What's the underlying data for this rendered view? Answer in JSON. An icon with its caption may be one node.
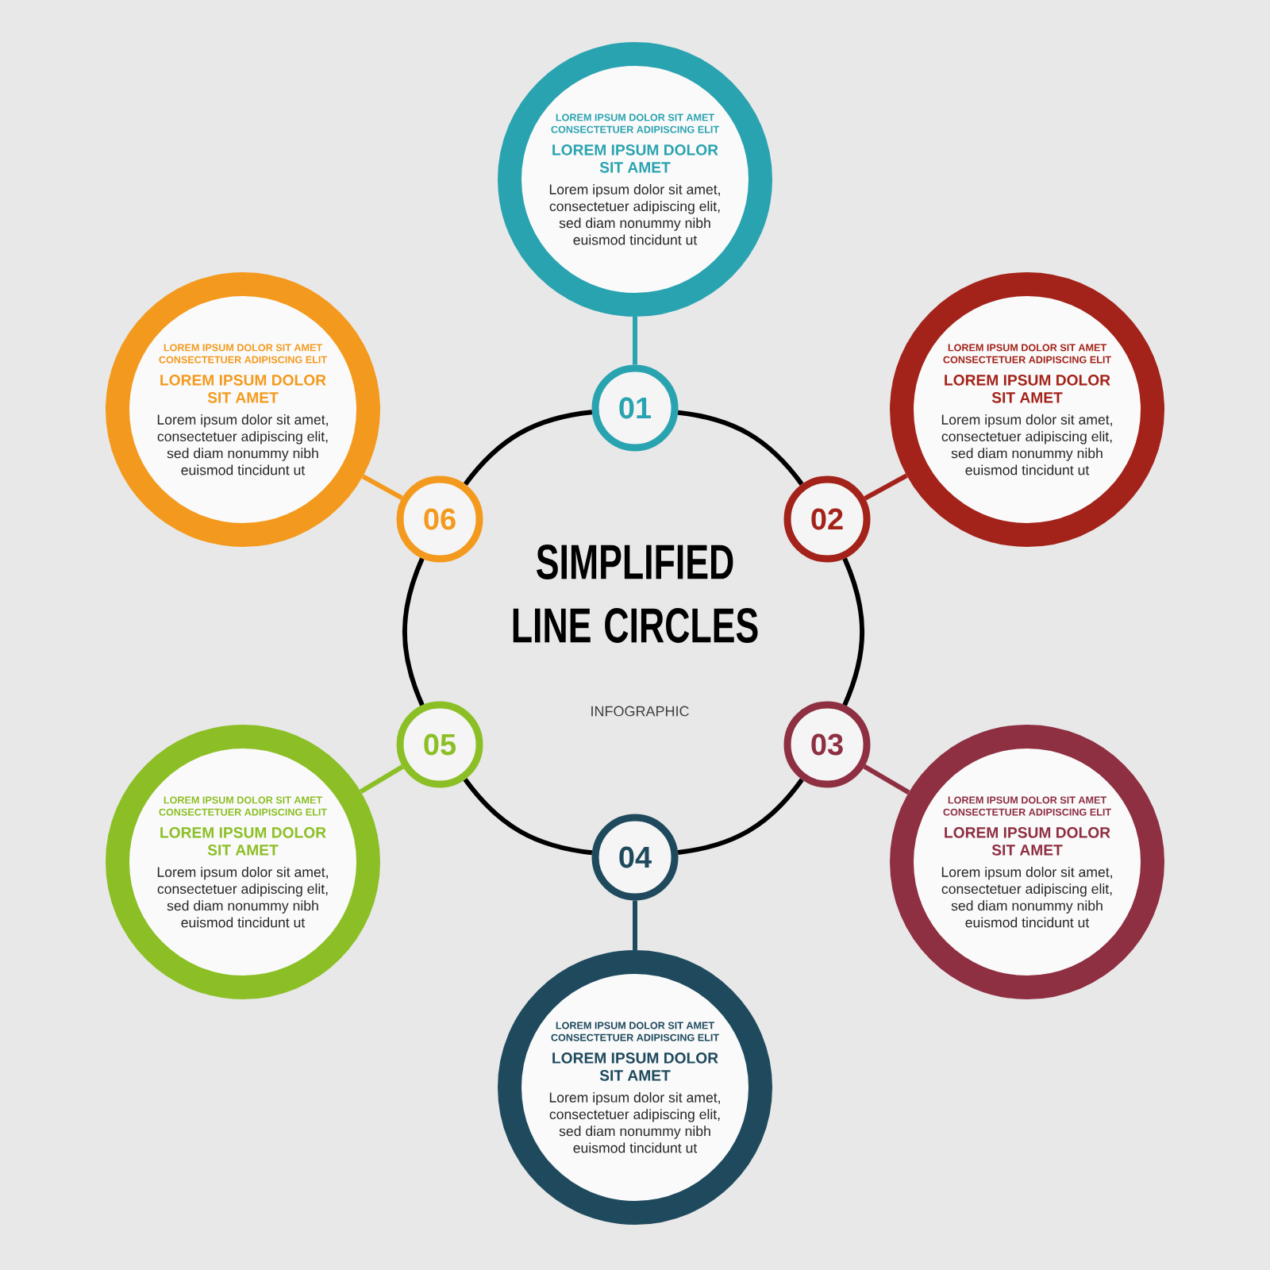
{
  "diagram": {
    "title": "SIMPLIFIED LINE CIRCLES",
    "nodes": [
      {
        "text": [
          "01"
        ]
      },
      {
        "text": [
          "02"
        ]
      },
      {
        "text": [
          "03"
        ]
      },
      {
        "text": [
          "04"
        ]
      },
      {
        "text": [
          "05"
        ]
      },
      {
        "text": [
          "06"
        ]
      },
      {
        "text": [
          "LOREM IPSUM DOLOR SIT AMET CONSECTETUER ADIPISCING ELIT",
          "LOREM IPSUM DOLOR SIT AMET",
          "Lorem ipsum dolor sit amet, consectetuer adipiscing elit, sed diam nonummy nibh euismod tincidunt ut"
        ]
      },
      {
        "text": [
          "LOREM IPSUM DOLOR SIT AMET CONSECTETUER ADIPISCING ELIT",
          "LOREM IPSUM DOLOR SIT AMET",
          "Lorem ipsum dolor sit amet, consectetuer adipiscing elit, sed diam nonummy nibh euismod tincidunt ut"
        ]
      },
      {
        "text": [
          "LOREM IPSUM DOLOR SIT AMET CONSECTETUER ADIPISCING ELIT",
          "LOREM IPSUM DOLOR SIT AMET",
          "Lorem ipsum dolor sit amet, consectetuer adipiscing elit, sed diam nonummy nibh euismod tincidunt ut"
        ]
      },
      {
        "text": [
          "LOREM IPSUM DOLOR SIT AMET CONSECTETUER ADIPISCING ELIT",
          "LOREM IPSUM DOLOR SIT AMET",
          "Lorem ipsum dolor sit amet, consectetuer adipiscing elit, sed diam nonummy nibh euismod tincidunt ut"
        ]
      },
      {
        "text": [
          "LOREM IPSUM DOLOR SIT AMET CONSECTETUER ADIPISCING ELIT",
          "LOREM IPSUM DOLOR SIT AMET",
          "Lorem ipsum dolor sit amet, consectetuer adipiscing elit, sed diam nonummy nibh euismod tincidunt ut"
        ]
      },
      {
        "text": [
          "LOREM IPSUM DOLOR SIT AMET CONSECTETUER ADIPISCING ELIT",
          "LOREM IPSUM DOLOR SIT AMET",
          "Lorem ipsum dolor sit amet, consectetuer adipiscing elit, sed diam nonummy nibh euismod tincidunt ut"
        ]
      }
    ],
    "edges": [
      {
        "from": 0,
        "to": 6,
        "arrow": "none",
        "color": "#2aa3b0"
      },
      {
        "from": 1,
        "to": 7,
        "arrow": "none",
        "color": "#a3231a"
      },
      {
        "from": 2,
        "to": 8,
        "arrow": "none",
        "color": "#8e2f42"
      },
      {
        "from": 3,
        "to": 9,
        "arrow": "none",
        "color": "#1f4a5e"
      },
      {
        "from": 4,
        "to": 10,
        "arrow": "none",
        "color": "#8cbf26"
      },
      {
        "from": 5,
        "to": 11,
        "arrow": "none",
        "color": "#f39a1e"
      },
      {
        "from": 0,
        "to": 1,
        "arrow": "none"
      },
      {
        "from": 1,
        "to": 2,
        "arrow": "none"
      },
      {
        "from": 2,
        "to": 3,
        "arrow": "none"
      },
      {
        "from": 3,
        "to": 4,
        "arrow": "none"
      },
      {
        "from": 4,
        "to": 5,
        "arrow": "none"
      },
      {
        "from": 5,
        "to": 0,
        "arrow": "none"
      }
    ],
    "labels": [
      "INFOGRAPHIC"
    ]
  }
}
